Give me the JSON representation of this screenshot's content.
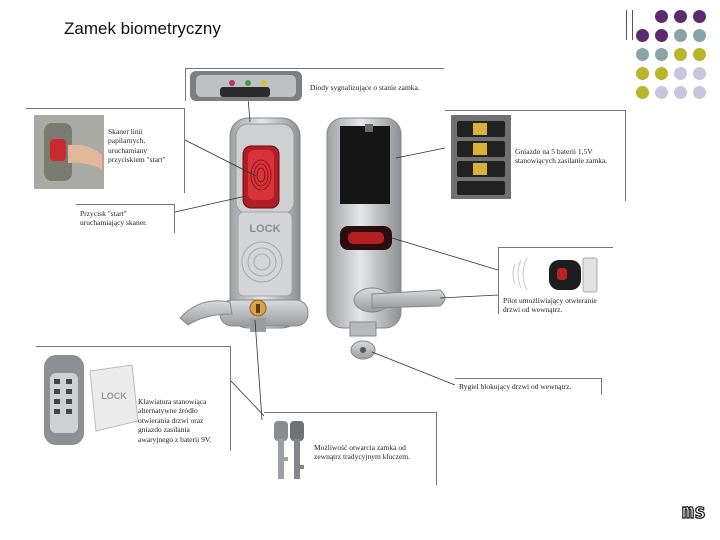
{
  "title": "Zamek biometryczny",
  "palette": {
    "purple": "#5e2a6e",
    "teal": "#8aa3a8",
    "olive": "#b7b52a",
    "lavender": "#c9c5dc",
    "lock_silver": "#c8c9cb",
    "sensor_red": "#c0262b"
  },
  "dot_grid": [
    [
      "",
      "purple",
      "purple",
      "purple"
    ],
    [
      "purple",
      "purple",
      "teal",
      "teal"
    ],
    [
      "teal",
      "teal",
      "olive",
      "olive"
    ],
    [
      "olive",
      "olive",
      "lavender",
      "lavender"
    ],
    [
      "olive",
      "lavender",
      "lavender",
      "lavender"
    ]
  ],
  "callouts": {
    "diodes": "Diody sygnalizujące o stanie zamka.",
    "batteries": "Gniazdo na 5 baterii 1,5V\nstanowiących zasilanie zamka.",
    "scanner_cover": "Skaner linii\npapilarnych,\nuruchamiany\nprzyciskiem \"start\"",
    "start_button": "Przycisk \"start\"\nuruchamiający skaner.",
    "remote": "Pilot umożliwiający otwieranie\ndrzwi od wewnątrz.",
    "knob": "Rygiel blokujący drzwi od wewnątrz.",
    "keypad": "Klawiatura stanowiąca\nalternatywne źródło\notwierania drzwi oraz\ngniazdo zasilania\nawaryjnego z baterii 9V.",
    "keys": "Możliwość otwarcia zamka od\nzewnątrz tradycyjnym kluczem."
  },
  "product_logo": "LOCK",
  "corner_logo": "ms",
  "icons": [
    "fingerprint-icon",
    "key-icon",
    "battery-icon",
    "remote-control-icon",
    "keypad-icon"
  ]
}
